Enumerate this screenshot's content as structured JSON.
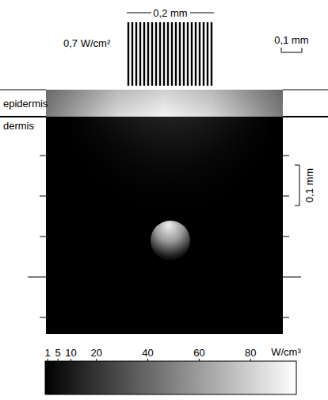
{
  "diagram": {
    "labels": [
      "0,2 mm",
      "0,7 W/cm²",
      "0,1 mm",
      "epidermis",
      "dermis",
      "0,1 mm",
      "1",
      "5",
      "10",
      "20",
      "40",
      "60",
      "80",
      "W/cm³"
    ]
  }
}
